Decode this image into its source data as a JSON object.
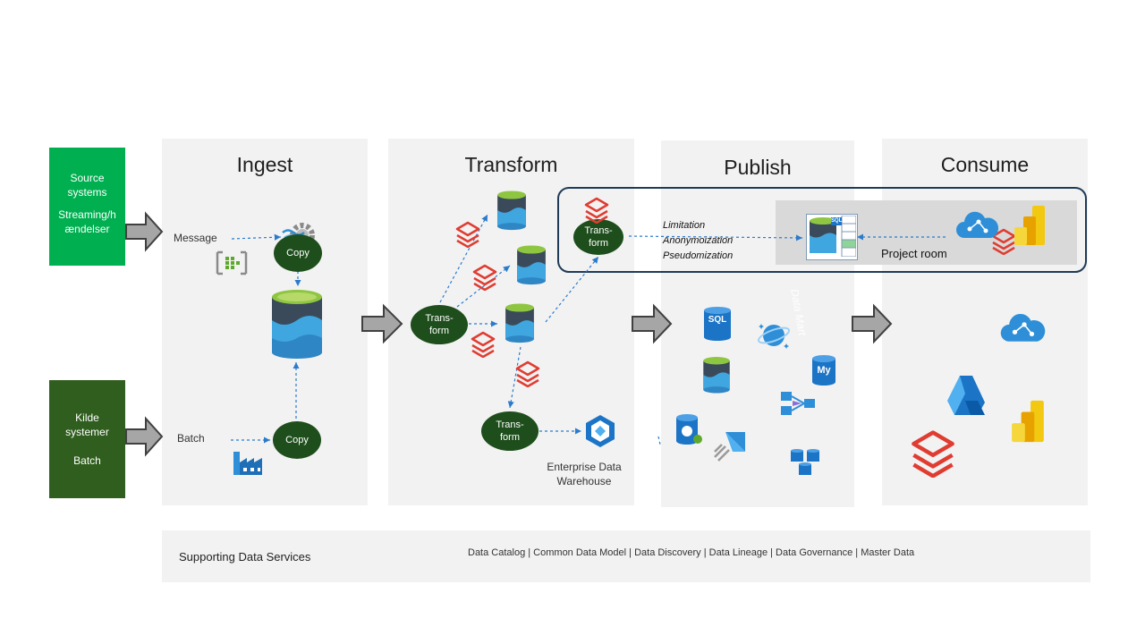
{
  "sources": {
    "streaming": {
      "line1": "Source",
      "line2": "systems",
      "line3": "Streaming/h",
      "line4": "ændelser"
    },
    "batch": {
      "line1": "Kilde",
      "line2": "systemer",
      "line3": "Batch"
    }
  },
  "stages": {
    "ingest": "Ingest",
    "transform": "Transform",
    "publish": "Publish",
    "consume": "Consume"
  },
  "ingest": {
    "message_label": "Message",
    "batch_label": "Batch",
    "copy_top": "Copy",
    "copy_bottom": "Copy"
  },
  "transform": {
    "node_main": {
      "l1": "Trans-",
      "l2": "form"
    },
    "node_edw": {
      "l1": "Trans-",
      "l2": "form"
    },
    "edw_l1": "Enterprise Data",
    "edw_l2": "Warehouse"
  },
  "project_room": {
    "node": {
      "l1": "Trans-",
      "l2": "form"
    },
    "rule1": "Limitation",
    "rule2": "Anonymoization",
    "rule3": "Pseudomization",
    "label": "Project room",
    "sql_badge": "SQL"
  },
  "publish": {
    "data_mart": "Data Mart",
    "sql_icon": "SQL",
    "mysql_icon": "My"
  },
  "supporting": {
    "title": "Supporting Data Services",
    "services": "Data Catalog | Common Data Model  |  Data Discovery  |  Data Lineage  |  Data Governance  |  Master Data"
  },
  "colors": {
    "source_green": "#00b050",
    "batch_green": "#2f5e1e",
    "node_green": "#1e4e1c",
    "panel_gray": "#f2f2f2",
    "arrow_blue": "#2b7bcc",
    "databricks_red": "#e03c31",
    "azure_blue": "#2e8fd8"
  }
}
